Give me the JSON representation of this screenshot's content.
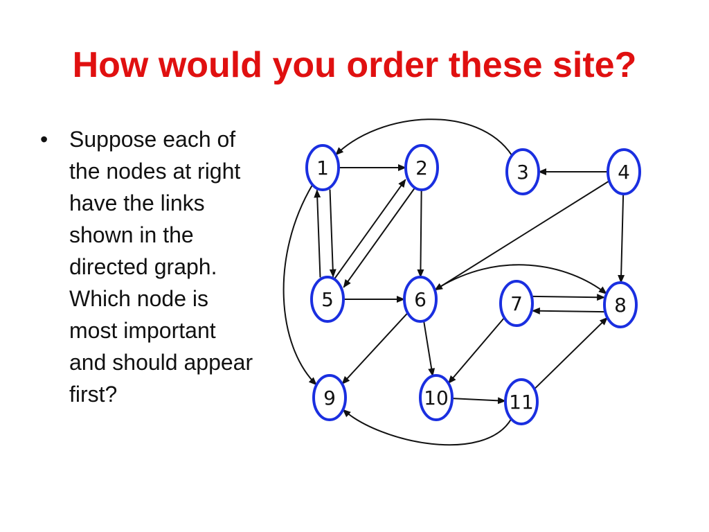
{
  "slide": {
    "title": "How would you order these site?",
    "bullet": "Suppose each of the nodes at right have the links shown in the directed graph.  Which node is most important and should appear first?"
  },
  "graph": {
    "nodes": [
      {
        "id": "1",
        "label": "1"
      },
      {
        "id": "2",
        "label": "2"
      },
      {
        "id": "3",
        "label": "3"
      },
      {
        "id": "4",
        "label": "4"
      },
      {
        "id": "5",
        "label": "5"
      },
      {
        "id": "6",
        "label": "6"
      },
      {
        "id": "7",
        "label": "7"
      },
      {
        "id": "8",
        "label": "8"
      },
      {
        "id": "9",
        "label": "9"
      },
      {
        "id": "10",
        "label": "10"
      },
      {
        "id": "11",
        "label": "11"
      }
    ],
    "edges": [
      {
        "from": "1",
        "to": "2"
      },
      {
        "from": "1",
        "to": "5"
      },
      {
        "from": "1",
        "to": "9"
      },
      {
        "from": "5",
        "to": "1"
      },
      {
        "from": "5",
        "to": "2"
      },
      {
        "from": "2",
        "to": "5"
      },
      {
        "from": "2",
        "to": "6"
      },
      {
        "from": "5",
        "to": "6"
      },
      {
        "from": "3",
        "to": "1"
      },
      {
        "from": "4",
        "to": "3"
      },
      {
        "from": "4",
        "to": "6"
      },
      {
        "from": "4",
        "to": "8"
      },
      {
        "from": "6",
        "to": "8"
      },
      {
        "from": "6",
        "to": "9"
      },
      {
        "from": "6",
        "to": "10"
      },
      {
        "from": "7",
        "to": "8"
      },
      {
        "from": "8",
        "to": "7"
      },
      {
        "from": "7",
        "to": "10"
      },
      {
        "from": "10",
        "to": "11"
      },
      {
        "from": "11",
        "to": "8"
      },
      {
        "from": "11",
        "to": "9"
      }
    ],
    "node_stroke": "#1a2fe0",
    "edge_color": "#111111"
  },
  "colors": {
    "title": "#e01010",
    "body_text": "#111111",
    "background": "#ffffff"
  }
}
